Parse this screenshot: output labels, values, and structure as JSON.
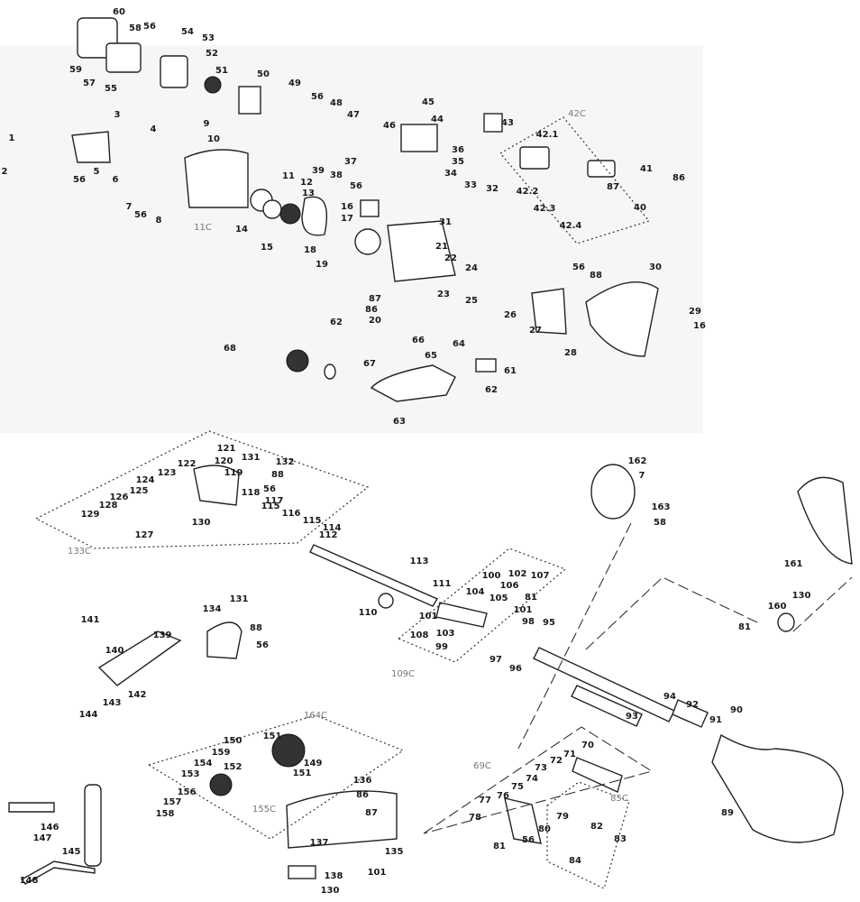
{
  "diagram": {
    "title": "Brush cutter exploded parts diagram",
    "labels": [
      "60",
      "58",
      "56",
      "54",
      "53",
      "52",
      "59",
      "57",
      "55",
      "51",
      "50",
      "49",
      "56",
      "48",
      "47",
      "46",
      "45",
      "44",
      "43",
      "42.1",
      "3",
      "9",
      "4",
      "10",
      "1",
      "2",
      "5",
      "56",
      "6",
      "39",
      "38",
      "37",
      "36",
      "35",
      "34",
      "33",
      "32",
      "41",
      "86",
      "87",
      "40",
      "42.2",
      "42.3",
      "42.4",
      "11",
      "12",
      "13",
      "56",
      "7",
      "56",
      "8",
      "14",
      "16",
      "17",
      "15",
      "18",
      "31",
      "19",
      "21",
      "22",
      "24",
      "23",
      "56",
      "88",
      "30",
      "25",
      "26",
      "87",
      "86",
      "20",
      "62",
      "27",
      "29",
      "16",
      "28",
      "66",
      "65",
      "67",
      "64",
      "61",
      "68",
      "62",
      "63",
      "121",
      "120",
      "131",
      "132",
      "119",
      "88",
      "56",
      "122",
      "123",
      "124",
      "125",
      "126",
      "118",
      "117",
      "128",
      "129",
      "115",
      "116",
      "115",
      "114",
      "127",
      "130",
      "112",
      "113",
      "111",
      "110",
      "100",
      "102",
      "107",
      "104",
      "106",
      "105",
      "81",
      "101",
      "101",
      "98",
      "95",
      "108",
      "103",
      "99",
      "97",
      "96",
      "162",
      "7",
      "163",
      "58",
      "161",
      "130",
      "160",
      "81",
      "94",
      "93",
      "92",
      "91",
      "90",
      "89",
      "141",
      "134",
      "131",
      "88",
      "56",
      "139",
      "140",
      "142",
      "143",
      "144",
      "151",
      "150",
      "159",
      "149",
      "154",
      "152",
      "151",
      "153",
      "156",
      "157",
      "158",
      "136",
      "86",
      "87",
      "146",
      "147",
      "145",
      "137",
      "135",
      "101",
      "138",
      "130",
      "148",
      "70",
      "71",
      "72",
      "73",
      "74",
      "75",
      "76",
      "77",
      "78",
      "79",
      "80",
      "56",
      "81",
      "82",
      "83",
      "84"
    ],
    "groups": [
      "42C",
      "11C",
      "133C",
      "109C",
      "164C",
      "155C",
      "69C",
      "85C"
    ]
  }
}
